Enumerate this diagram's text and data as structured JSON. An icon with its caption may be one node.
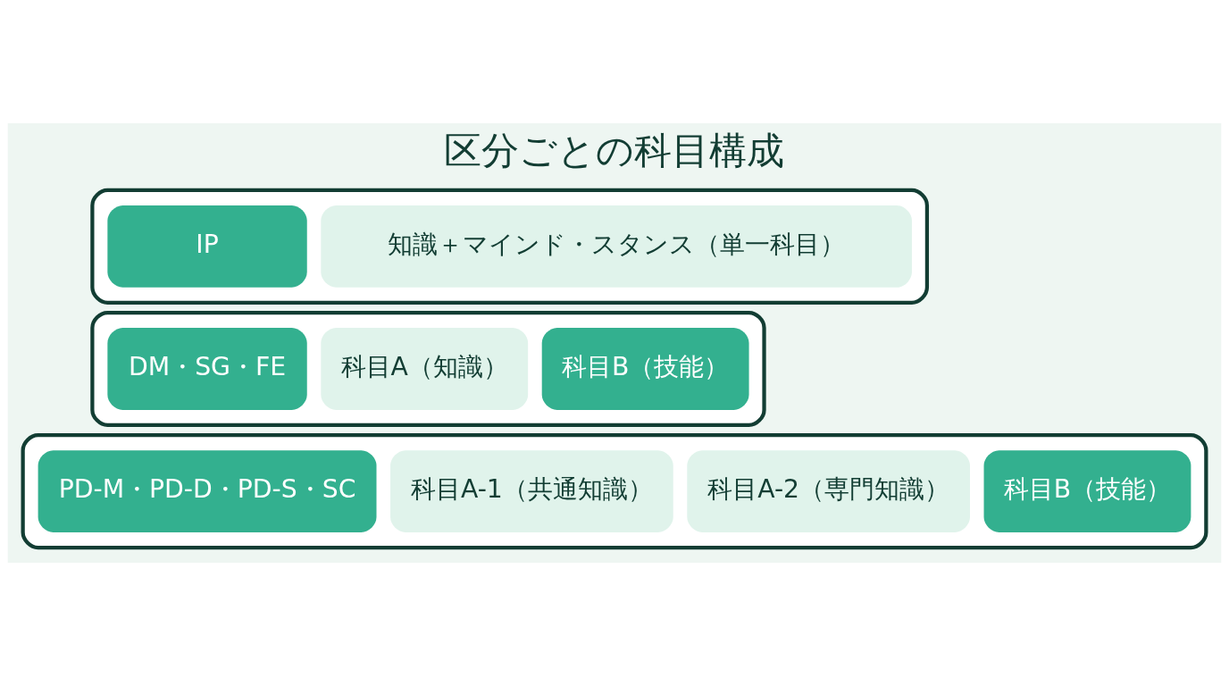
{
  "diagram": {
    "title": "区分ごとの科目構成",
    "nodes": [
      {
        "text": [],
        "shape": "box"
      },
      {
        "text": [
          "IP"
        ],
        "in": 0
      },
      {
        "text": [
          "知識＋マインド・スタンス（単一科目）"
        ],
        "in": 0
      },
      {
        "text": [],
        "shape": "box"
      },
      {
        "text": [
          "DM・SG・FE"
        ],
        "in": 3
      },
      {
        "text": [
          "科目A（知識）"
        ],
        "in": 3
      },
      {
        "text": [
          "科目B（技能）"
        ],
        "in": 3
      },
      {
        "text": [],
        "shape": "box"
      },
      {
        "text": [
          "PD-M・PD-D・PD-S・SC"
        ],
        "in": 7
      },
      {
        "text": [
          "科目A-1（共通知識）"
        ],
        "in": 7
      },
      {
        "text": [
          "科目A-2（専門知識）"
        ],
        "in": 7
      },
      {
        "text": [
          "科目B（技能）"
        ],
        "in": 7
      }
    ]
  }
}
